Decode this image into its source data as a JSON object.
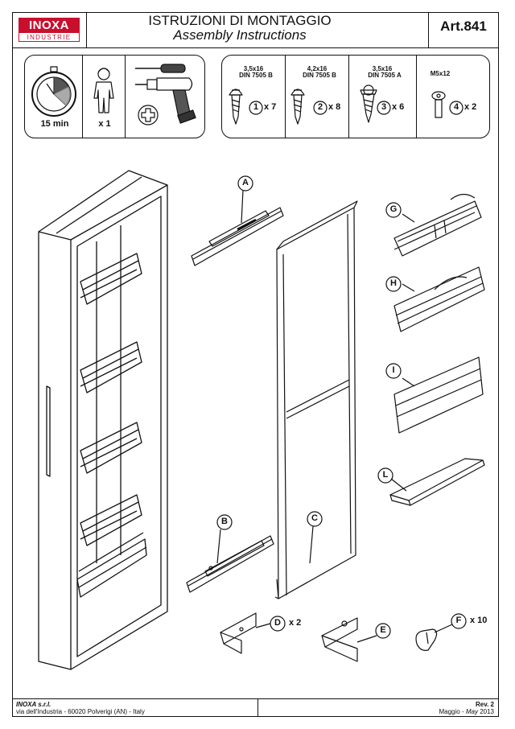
{
  "header": {
    "logo_top": "INOXA",
    "logo_bottom": "INDUSTRIE",
    "title": "ISTRUZIONI DI MONTAGGIO",
    "subtitle": "Assembly Instructions",
    "article": "Art.841"
  },
  "requirements": {
    "time": "15 min",
    "persons": "x 1"
  },
  "screws": [
    {
      "size": "3,5x16",
      "norm": "DIN 7505 B",
      "num": "1",
      "qty": "x 7"
    },
    {
      "size": "4,2x16",
      "norm": "DIN 7505 B",
      "num": "2",
      "qty": "x 8"
    },
    {
      "size": "3,5x16",
      "norm": "DIN 7505 A",
      "num": "3",
      "qty": "x 6"
    },
    {
      "size": "M5x12",
      "norm": "",
      "num": "4",
      "qty": "x 2"
    }
  ],
  "parts": {
    "A": "A",
    "B": "B",
    "C": "C",
    "D": "D",
    "D_qty": "x 2",
    "E": "E",
    "F": "F",
    "F_qty": "x 10",
    "G": "G",
    "H": "H",
    "I": "I",
    "L": "L"
  },
  "footer": {
    "company": "INOXA s.r.l.",
    "address": "via dell'Industria - 60020 Polverigi (AN) - Italy",
    "rev": "Rev. 2",
    "date_it": "Maggio",
    "date_sep": " - ",
    "date_en": "May",
    "year": " 2013"
  },
  "colors": {
    "brand": "#c8102e"
  }
}
